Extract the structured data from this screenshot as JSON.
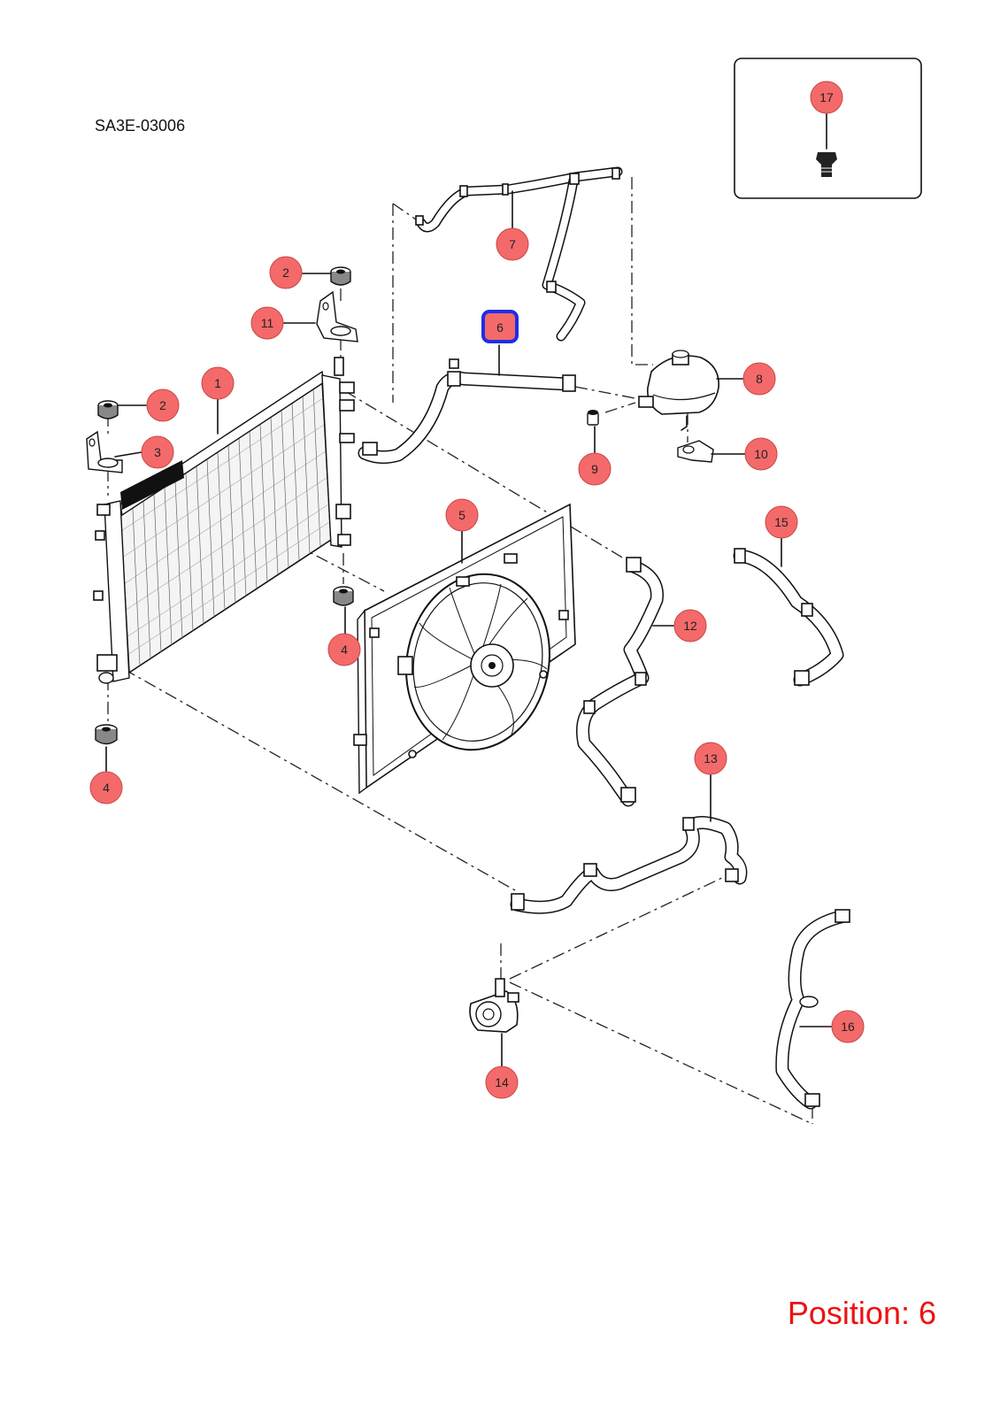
{
  "diagram_code": "SA3E-03006",
  "position_label": "Position: 6",
  "colors": {
    "callout_fill": "#f46a6a",
    "highlight": "#1f2ee6",
    "position_text": "#ee1111"
  },
  "callouts": [
    {
      "id": "callout-1",
      "label": "1"
    },
    {
      "id": "callout-2a",
      "label": "2"
    },
    {
      "id": "callout-2b",
      "label": "2"
    },
    {
      "id": "callout-3",
      "label": "3"
    },
    {
      "id": "callout-4a",
      "label": "4"
    },
    {
      "id": "callout-4b",
      "label": "4"
    },
    {
      "id": "callout-5",
      "label": "5"
    },
    {
      "id": "callout-6",
      "label": "6",
      "selected": true
    },
    {
      "id": "callout-7",
      "label": "7"
    },
    {
      "id": "callout-8",
      "label": "8"
    },
    {
      "id": "callout-9",
      "label": "9"
    },
    {
      "id": "callout-10",
      "label": "10"
    },
    {
      "id": "callout-11",
      "label": "11"
    },
    {
      "id": "callout-12",
      "label": "12"
    },
    {
      "id": "callout-13",
      "label": "13"
    },
    {
      "id": "callout-14",
      "label": "14"
    },
    {
      "id": "callout-15",
      "label": "15"
    },
    {
      "id": "callout-16",
      "label": "16"
    },
    {
      "id": "callout-17",
      "label": "17"
    }
  ]
}
